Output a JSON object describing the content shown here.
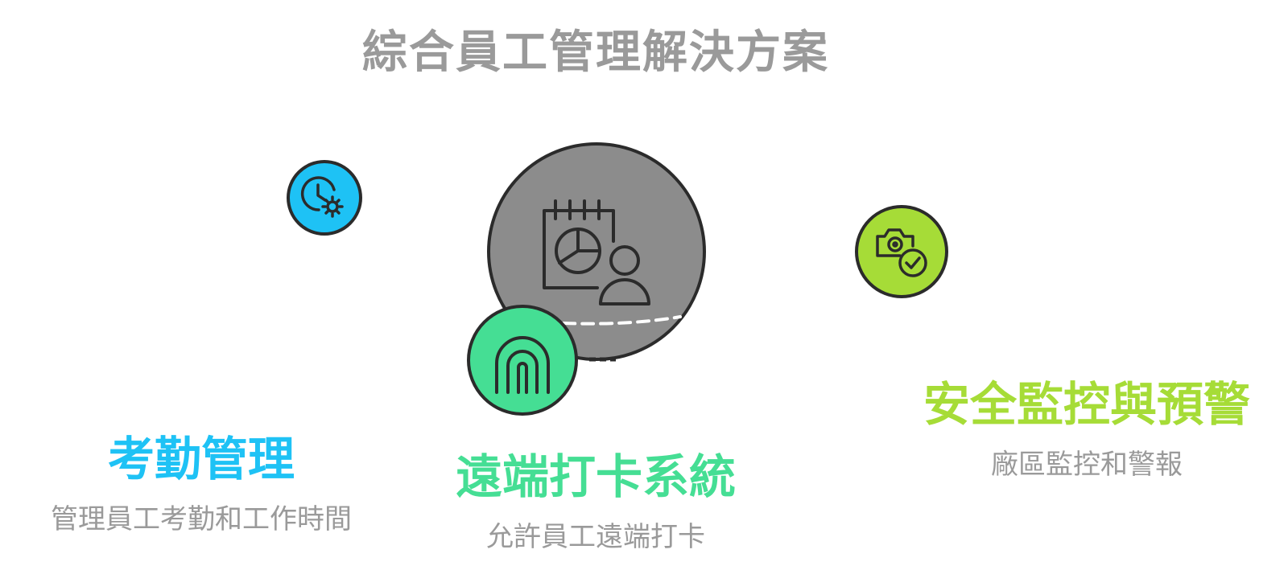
{
  "title": "綜合員工管理解決方案",
  "center": {
    "icon": "calendar-user-chart-icon",
    "color": "#8c8c8c"
  },
  "items": [
    {
      "heading": "考勤管理",
      "description": "管理員工考勤和工作時間",
      "color": "#1ec2f5",
      "icon": "clock-gear-icon"
    },
    {
      "heading": "遠端打卡系統",
      "description": "允許員工遠端打卡",
      "color": "#45de94",
      "icon": "fingerprint-icon"
    },
    {
      "heading": "安全監控與預警",
      "description": "廠區監控和警報",
      "color": "#a6dc37",
      "icon": "camera-check-icon"
    }
  ]
}
